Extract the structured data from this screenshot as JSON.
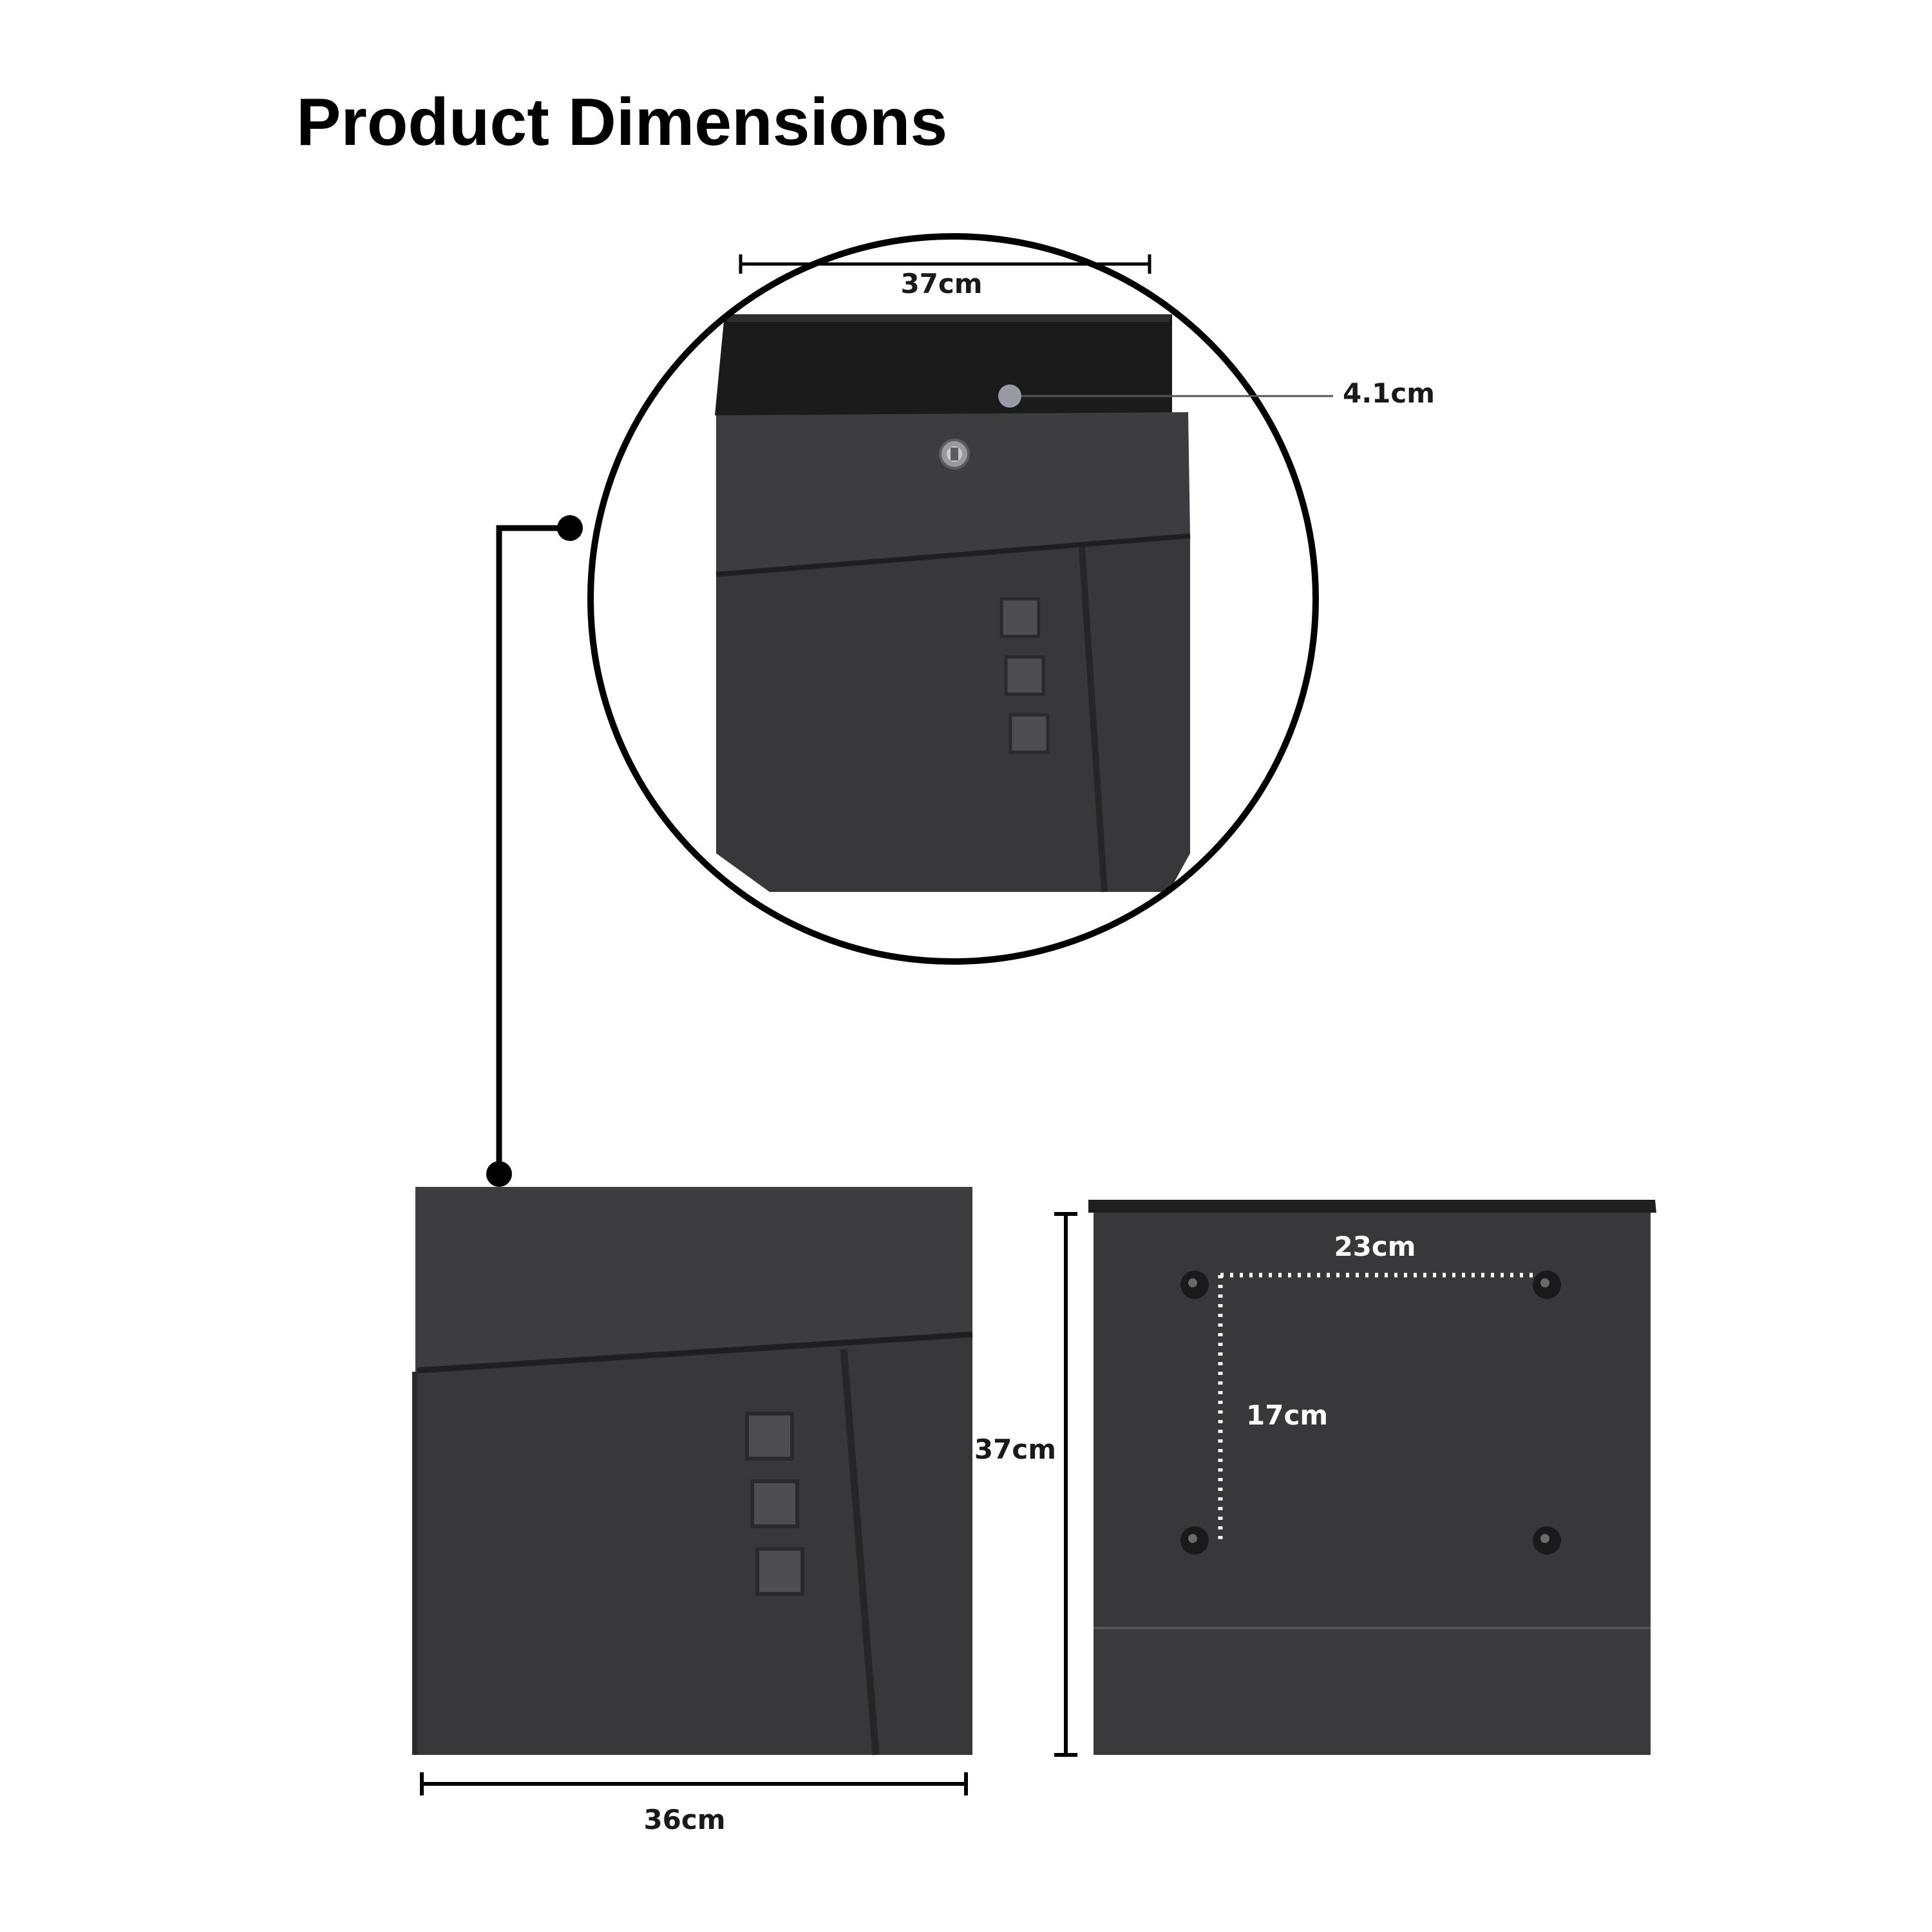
{
  "page": {
    "title": "Product Dimensions"
  },
  "dimensions": {
    "top_width": "37cm",
    "slot_depth": "4.1cm",
    "front_width": "36cm",
    "back_height": "37cm",
    "mount_horizontal": "23cm",
    "mount_vertical": "17cm"
  },
  "colors": {
    "body": "#3a3a3c",
    "body_dark": "#2a2a2c",
    "slot_interior": "#1b1b1c",
    "window": "#4e4e50",
    "line": "#000000",
    "dotted_guide": "#ffffff"
  },
  "icons": {
    "lock": "lock-icon",
    "mount_hole": "mount-hole-icon",
    "connector_dot": "connector-dot-icon"
  }
}
